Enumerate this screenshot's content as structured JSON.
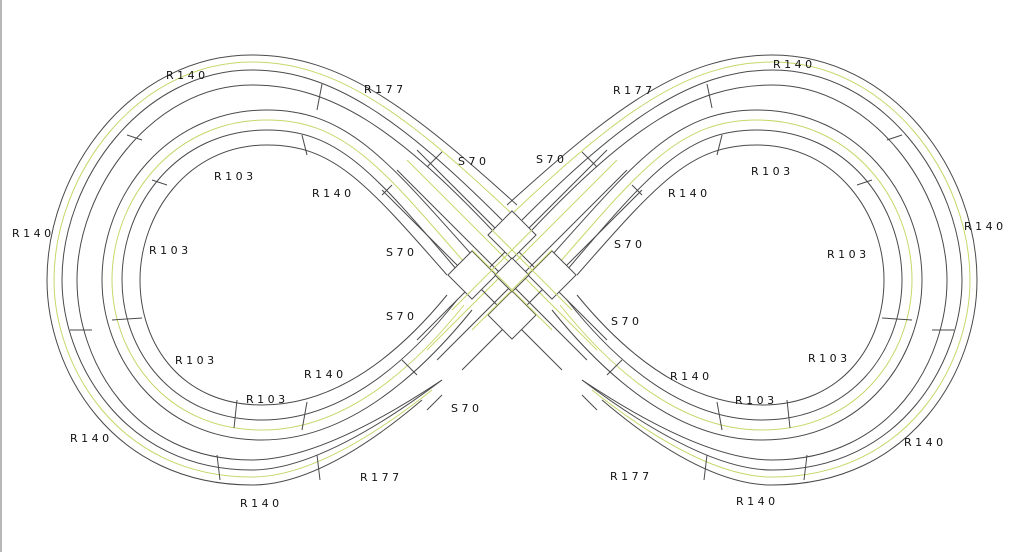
{
  "layout_title": "",
  "piece_labels": [
    "R140",
    "R177",
    "R103",
    "R140",
    "R140",
    "R103",
    "S70",
    "S70",
    "R103",
    "R140",
    "R103",
    "R140",
    "S70",
    "R177",
    "R140",
    "S70",
    "R177",
    "R140",
    "R103",
    "R140",
    "S70",
    "R103",
    "R140",
    "S70",
    "R103",
    "R140",
    "R103",
    "S70",
    "R140",
    "R177",
    "R140"
  ],
  "colors": {
    "track_edge": "#4a4a4a",
    "rail": "#c9d66b",
    "background": "#ffffff"
  }
}
